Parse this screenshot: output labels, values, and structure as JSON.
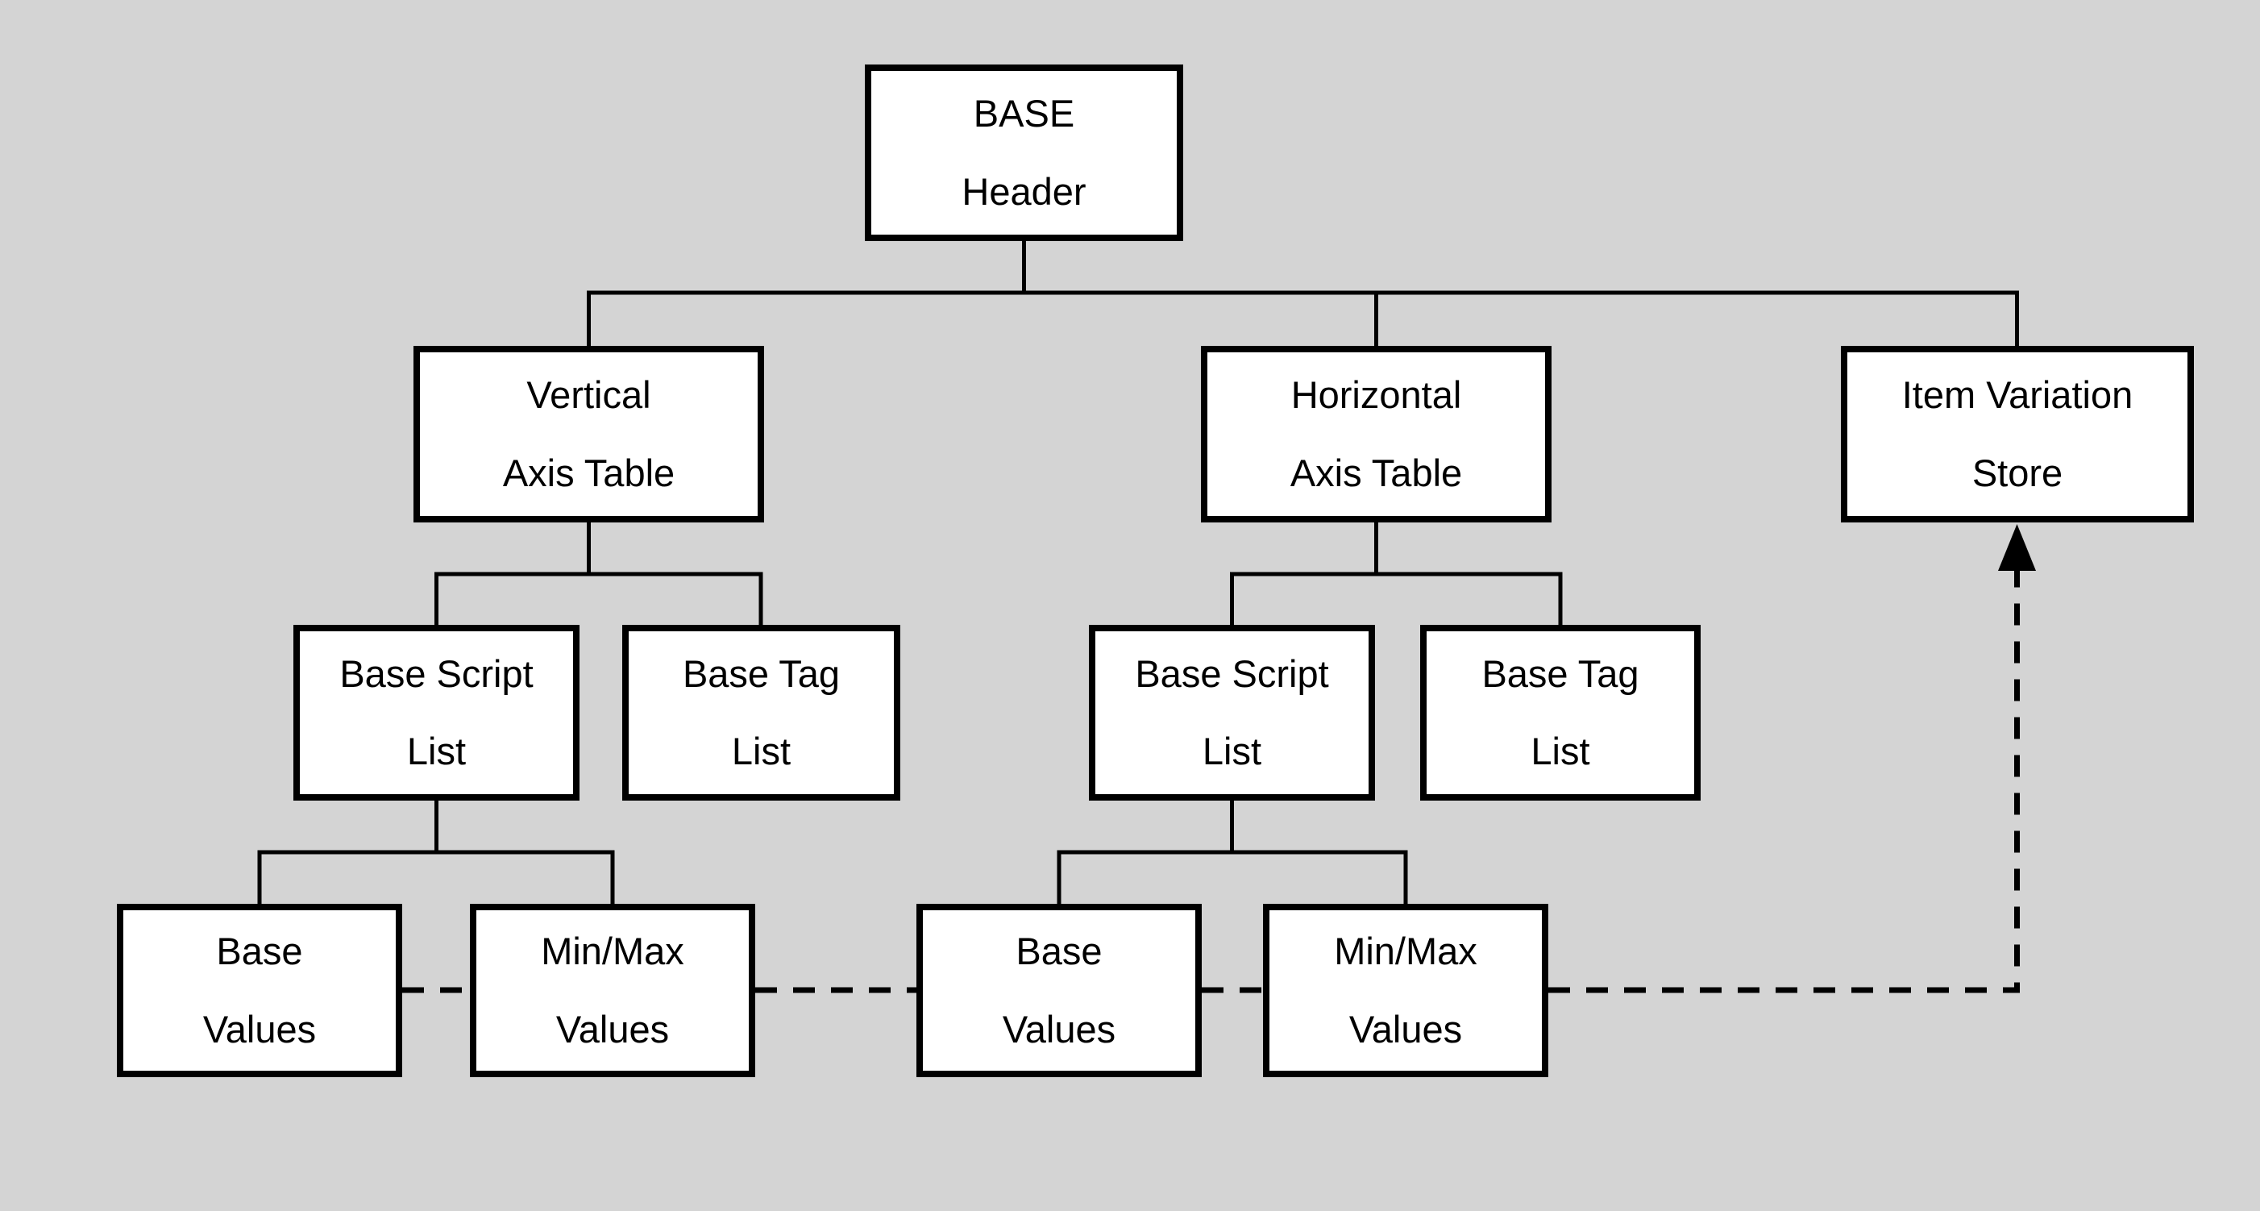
{
  "diagram": {
    "background_color": "#d4d4d4",
    "node_fill_color": "#ffffff",
    "node_border_color": "#000000",
    "line_color": "#000000",
    "text_color": "#000000",
    "nodes": {
      "base_header": "BASE\nHeader",
      "vertical_axis_table": "Vertical\nAxis Table",
      "horizontal_axis_table": "Horizontal\nAxis Table",
      "item_variation_store": "Item Variation\nStore",
      "base_script_list_left": "Base Script\nList",
      "base_tag_list_left": "Base Tag\nList",
      "base_script_list_right": "Base Script\nList",
      "base_tag_list_right": "Base Tag\nList",
      "base_values_left": "Base\nValues",
      "minmax_values_left": "Min/Max\nValues",
      "base_values_right": "Base\nValues",
      "minmax_values_right": "Min/Max\nValues"
    },
    "solid_edges": [
      [
        "BASE Header",
        "Vertical Axis Table"
      ],
      [
        "BASE Header",
        "Horizontal Axis Table"
      ],
      [
        "BASE Header",
        "Item Variation Store"
      ],
      [
        "Vertical Axis Table",
        "Base Script List (left)"
      ],
      [
        "Vertical Axis Table",
        "Base Tag List (left)"
      ],
      [
        "Horizontal Axis Table",
        "Base Script List (right)"
      ],
      [
        "Horizontal Axis Table",
        "Base Tag List (right)"
      ],
      [
        "Base Script List (left)",
        "Base Values (left)"
      ],
      [
        "Base Script List (left)",
        "Min/Max Values (left)"
      ],
      [
        "Base Script List (right)",
        "Base Values (right)"
      ],
      [
        "Base Script List (right)",
        "Min/Max Values (right)"
      ]
    ],
    "dashed_links": [
      [
        "Base Values (left)",
        "Min/Max Values (left)"
      ],
      [
        "Min/Max Values (left)",
        "Base Values (right)"
      ],
      [
        "Base Values (right)",
        "Min/Max Values (right)"
      ],
      [
        "Min/Max Values (right)",
        "Item Variation Store (arrow into bottom)"
      ]
    ]
  }
}
